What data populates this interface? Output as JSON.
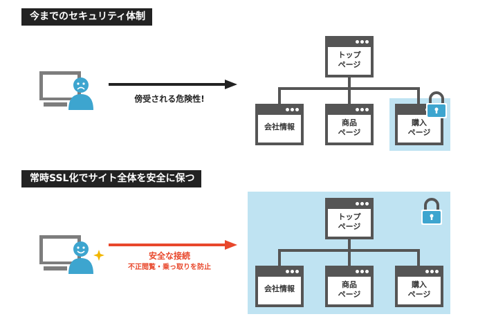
{
  "section_current": {
    "heading": "今までのセキュリティ体制",
    "threat_text": "傍受される危険性!",
    "pages": {
      "top": "トップ\nページ",
      "company": "会社情報",
      "product": "商品\nページ",
      "purchase": "購入\nページ"
    }
  },
  "section_ssl": {
    "heading": "常時SSL化でサイト全体を安全に保つ",
    "safe_text": "安全な接続",
    "safe_subtext": "不正閲覧・乗っ取りを防止",
    "pages": {
      "top": "トップ\nページ",
      "company": "会社情報",
      "product": "商品\nページ",
      "purchase": "購入\nページ"
    }
  },
  "colors": {
    "heading_bg": "#222222",
    "box_border": "#555555",
    "highlight_bg": "#bfe3f2",
    "lock_blue": "#3da5cf",
    "user_blue": "#3da5cf",
    "monitor_gray": "#7d7d7d",
    "danger_arrow": "#222222",
    "safe_arrow": "#e8472b",
    "sparkle": "#f2b600"
  },
  "icons": [
    "computer-user-sad-icon",
    "computer-user-happy-icon",
    "lock-icon",
    "sparkle-icon"
  ]
}
